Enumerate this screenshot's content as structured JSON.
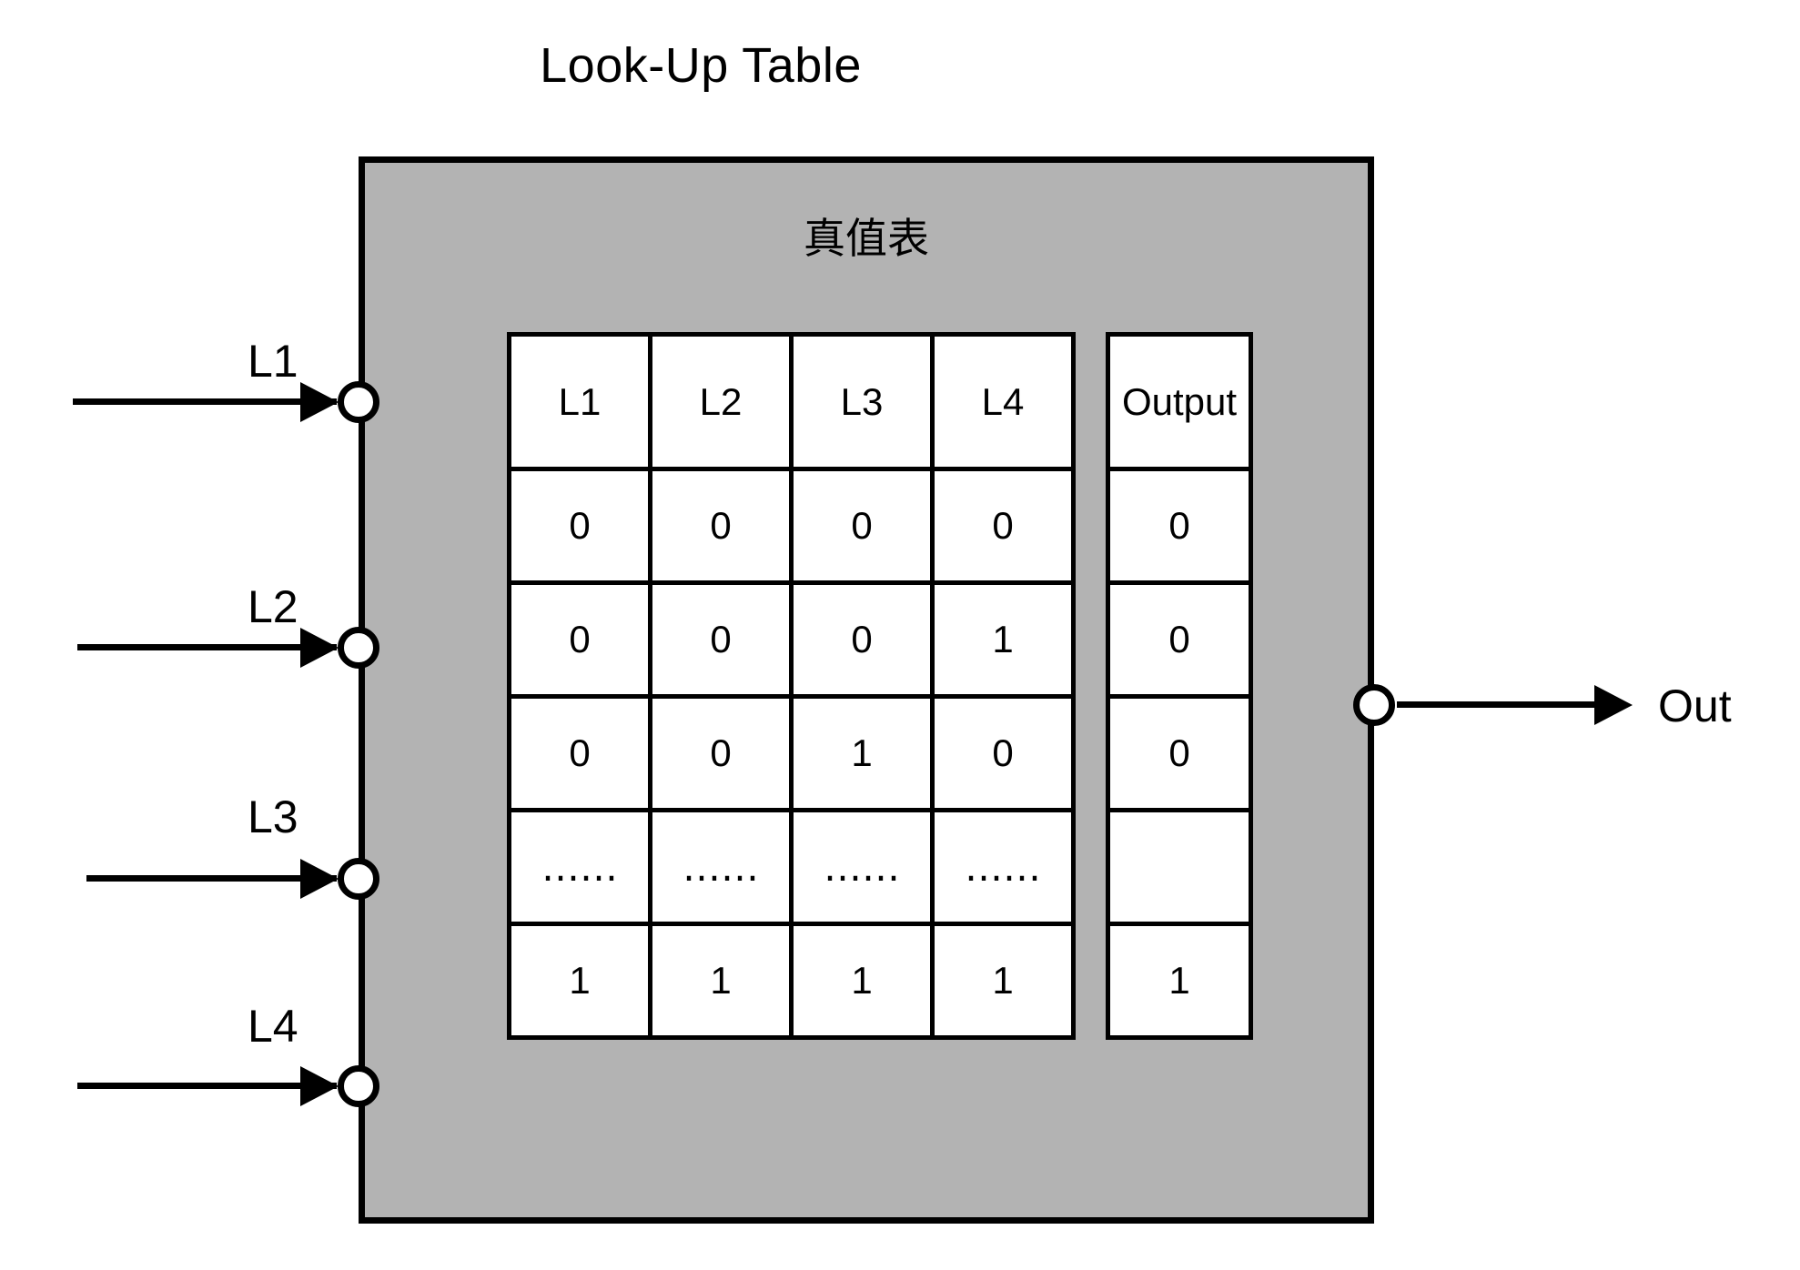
{
  "title": "Look-Up Table",
  "block": {
    "subtitle": "真值表",
    "fill_color": "#b3b3b3",
    "border_color": "#000000"
  },
  "inputs": [
    {
      "label": "L1"
    },
    {
      "label": "L2"
    },
    {
      "label": "L3"
    },
    {
      "label": "L4"
    }
  ],
  "output": {
    "label": "Out"
  },
  "chart_data": {
    "type": "table",
    "title": "真值表",
    "input_columns": [
      "L1",
      "L2",
      "L3",
      "L4"
    ],
    "output_columns": [
      "Output"
    ],
    "rows": [
      {
        "inputs": [
          "0",
          "0",
          "0",
          "0"
        ],
        "output": "0"
      },
      {
        "inputs": [
          "0",
          "0",
          "0",
          "1"
        ],
        "output": "0"
      },
      {
        "inputs": [
          "0",
          "0",
          "1",
          "0"
        ],
        "output": "0"
      },
      {
        "inputs": [
          "……",
          "……",
          "……",
          "……"
        ],
        "output": ""
      },
      {
        "inputs": [
          "1",
          "1",
          "1",
          "1"
        ],
        "output": "1"
      }
    ]
  }
}
